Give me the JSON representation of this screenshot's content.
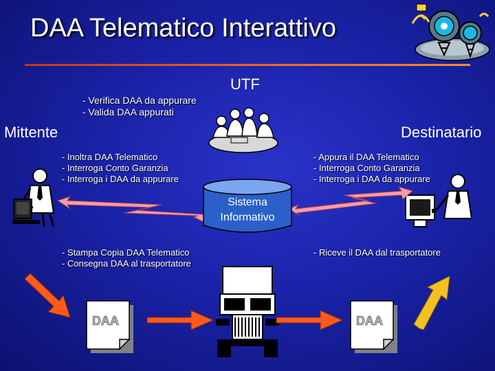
{
  "title": "DAA Telematico Interattivo",
  "utf": {
    "label": "UTF",
    "items": [
      "- Verifica DAA da appurare",
      "- Valida DAA appurati"
    ]
  },
  "mittente": {
    "label": "Mittente",
    "items": [
      "- Inoltra DAA Telematico",
      "- Interroga Conto Garanzia",
      "- Interroga i DAA da appurare"
    ],
    "items2": [
      "- Stampa Copia DAA Telematico",
      "- Consegna DAA al trasportatore"
    ]
  },
  "destinatario": {
    "label": "Destinatario",
    "items": [
      "- Appura il DAA Telematico",
      "- Interroga Conto Garanzia",
      "- Interroga i DAA da appurare"
    ],
    "items2": [
      "- Riceve il DAA dal trasportatore"
    ]
  },
  "sistema": {
    "line1": "Sistema",
    "line2": "Informativo"
  },
  "documents": {
    "left": "DAA",
    "right": "DAA"
  },
  "colors": {
    "background": "#1a22a8",
    "accent_rule": "#ff6a1a",
    "arrow_orange": "#ff5a1a",
    "arrow_yellow": "#f4c020",
    "lightning_pink": "#ff9aa6"
  },
  "icons": [
    "satellite-icon",
    "meeting-people-icon",
    "person-at-computer-icon",
    "database-cylinder-icon",
    "truck-icon",
    "document-icon",
    "arrow-icon",
    "lightning-link-icon"
  ]
}
